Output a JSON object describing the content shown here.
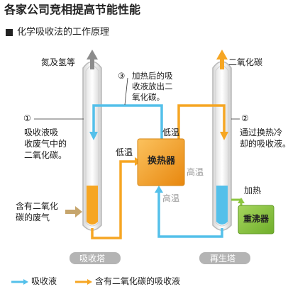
{
  "header": {
    "title": "各家公司竞相提高节能性能",
    "subtitle": "化学吸收法的工作原理"
  },
  "outputs": {
    "left_top": "氮及氢等",
    "right_top": "二氧化碳"
  },
  "steps": {
    "step1_marker": "①",
    "step1_lines": [
      "吸收液吸",
      "收废气中的",
      "二氧化碳。"
    ],
    "step2_marker": "②",
    "step2_lines": [
      "通过换热冷",
      "却的吸收液。"
    ],
    "step3_marker": "③",
    "step3_lines": [
      "加热后的吸",
      "收液放出二",
      "氧化碳。"
    ]
  },
  "inlet": {
    "lines": [
      "含有二氧化",
      "碳的废气"
    ]
  },
  "heat_exchanger": {
    "label": "换热器",
    "low_temp_top": "低温",
    "low_temp_left": "低温",
    "high_temp_right": "高温",
    "high_temp_bottom": "高温"
  },
  "reboiler": {
    "label": "重沸器",
    "heat_label": "加热"
  },
  "towers": {
    "absorber": "吸收塔",
    "regenerator": "再生塔"
  },
  "legend": {
    "absorbent": "吸收液",
    "co2_liquid": "含有二氧化碳的吸收液"
  },
  "colors": {
    "absorbent": "#54c0ea",
    "co2_liquid": "#f6a623",
    "heat_exchanger": "#f39a1b",
    "reboiler": "#8cc63f",
    "tower_label_bg": "#b4b4b4",
    "output_arrow": "#8c8c8c",
    "inlet_arrow": "#c6a56c",
    "co2_arrow": "#f6a623"
  }
}
